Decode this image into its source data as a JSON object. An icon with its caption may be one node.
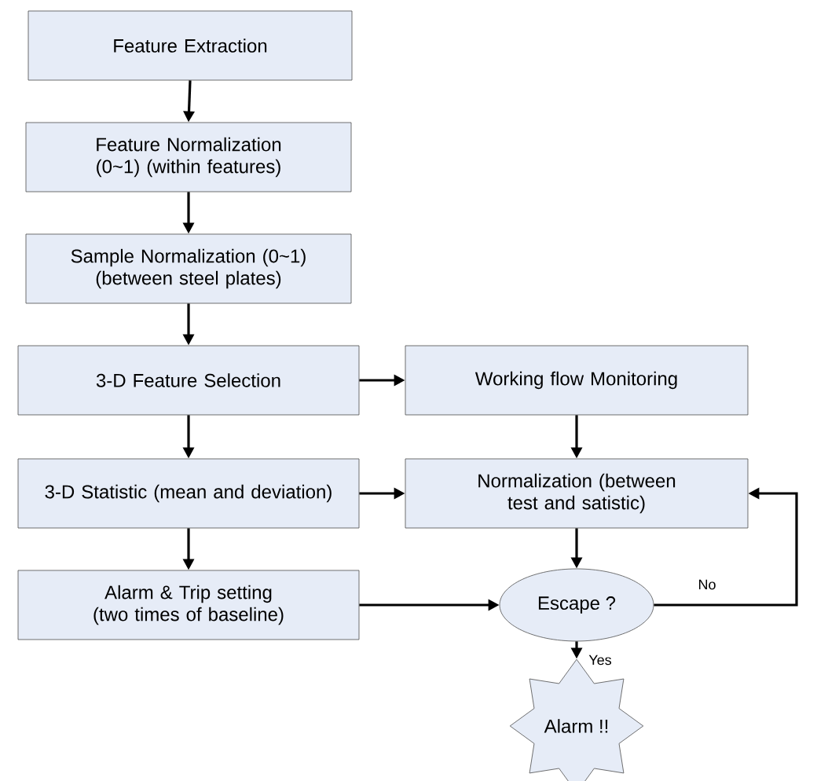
{
  "diagram": {
    "nodes": [
      {
        "text": [
          "Feature Extraction"
        ]
      },
      {
        "text": [
          "Feature Normalization (0~1) (within features)"
        ]
      },
      {
        "text": [
          "Sample Normalization (0~1) (between steel plates)"
        ]
      },
      {
        "text": [
          "3-D Feature Selection"
        ]
      },
      {
        "text": [
          "Working flow Monitoring"
        ]
      },
      {
        "text": [
          "3-D Statistic (mean and deviation)"
        ]
      },
      {
        "text": [
          "Normalization (between test and satistic)"
        ]
      },
      {
        "text": [
          "Alarm & Trip setting (two times of baseline)"
        ]
      },
      {
        "text": [
          "Escape ?"
        ]
      },
      {
        "text": [
          "Alarm !!"
        ]
      }
    ],
    "edges": [
      {
        "from": 0,
        "to": 1,
        "arrow": "to"
      },
      {
        "from": 1,
        "to": 2,
        "arrow": "to"
      },
      {
        "from": 2,
        "to": 3,
        "arrow": "to"
      },
      {
        "from": 3,
        "to": 4,
        "arrow": "to"
      },
      {
        "from": 3,
        "to": 5,
        "arrow": "to"
      },
      {
        "from": 4,
        "to": 6,
        "arrow": "to"
      },
      {
        "from": 5,
        "to": 6,
        "arrow": "to"
      },
      {
        "from": 5,
        "to": 7,
        "arrow": "to"
      },
      {
        "from": 7,
        "to": 8,
        "arrow": "to"
      },
      {
        "from": 6,
        "to": 8,
        "arrow": "to"
      },
      {
        "from": 8,
        "to": 9,
        "arrow": "to",
        "label": "Yes"
      },
      {
        "from": 8,
        "to": 6,
        "arrow": "to",
        "label": "No"
      }
    ]
  }
}
